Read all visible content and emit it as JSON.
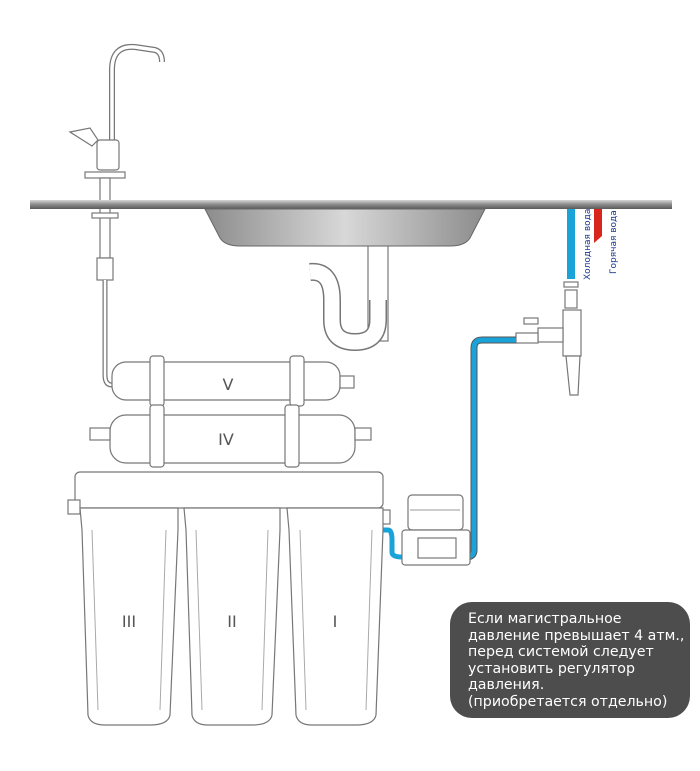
{
  "labels": {
    "stage_v": "V",
    "stage_iv": "IV",
    "stage_iii": "III",
    "stage_ii": "II",
    "stage_i": "I",
    "cold_water": "Холодная вода",
    "hot_water": "Горячая вода"
  },
  "note": {
    "lines": [
      "Если магистральное",
      "давление превышает 4 атм.,",
      "перед системой следует",
      "установить регулятор",
      "давления.",
      "(приобретается отдельно)"
    ]
  },
  "colors": {
    "cold": "#1aa3d9",
    "hot": "#d9261c",
    "note_bg": "#4d4d4d"
  }
}
